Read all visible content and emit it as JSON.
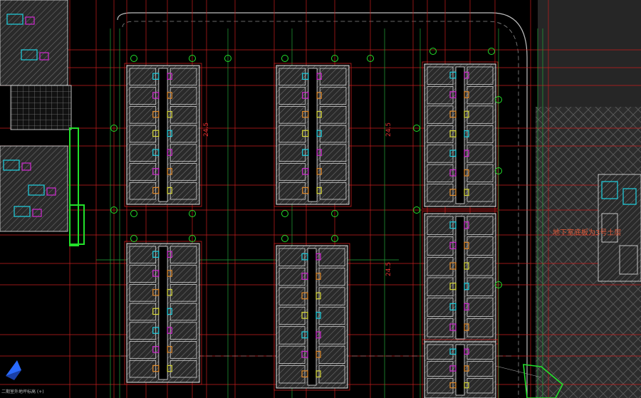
{
  "drawing": {
    "annotations": {
      "dim_a": "24.5",
      "dim_b": "24.5",
      "dim_c": "24.5",
      "right_note": "地下室底板为3号土层",
      "bottom_note": "二期室外地坪标高 (+)"
    }
  },
  "colors": {
    "background": "#000000",
    "axis_red": "#c81e1e",
    "grid_green": "#22a83a",
    "wall_white": "#e6e6e6",
    "hatch_gray": "#6e6e6e",
    "unit_cyan": "#1fd0e0",
    "unit_magenta": "#d02bd0",
    "unit_orange": "#e08a2a",
    "unit_yellow": "#d8d83a",
    "marker_blue": "#2a6bff",
    "accent_green": "#22e02a"
  },
  "icons": [
    "compass-arrow-icon",
    "axis-bubble-icon"
  ]
}
